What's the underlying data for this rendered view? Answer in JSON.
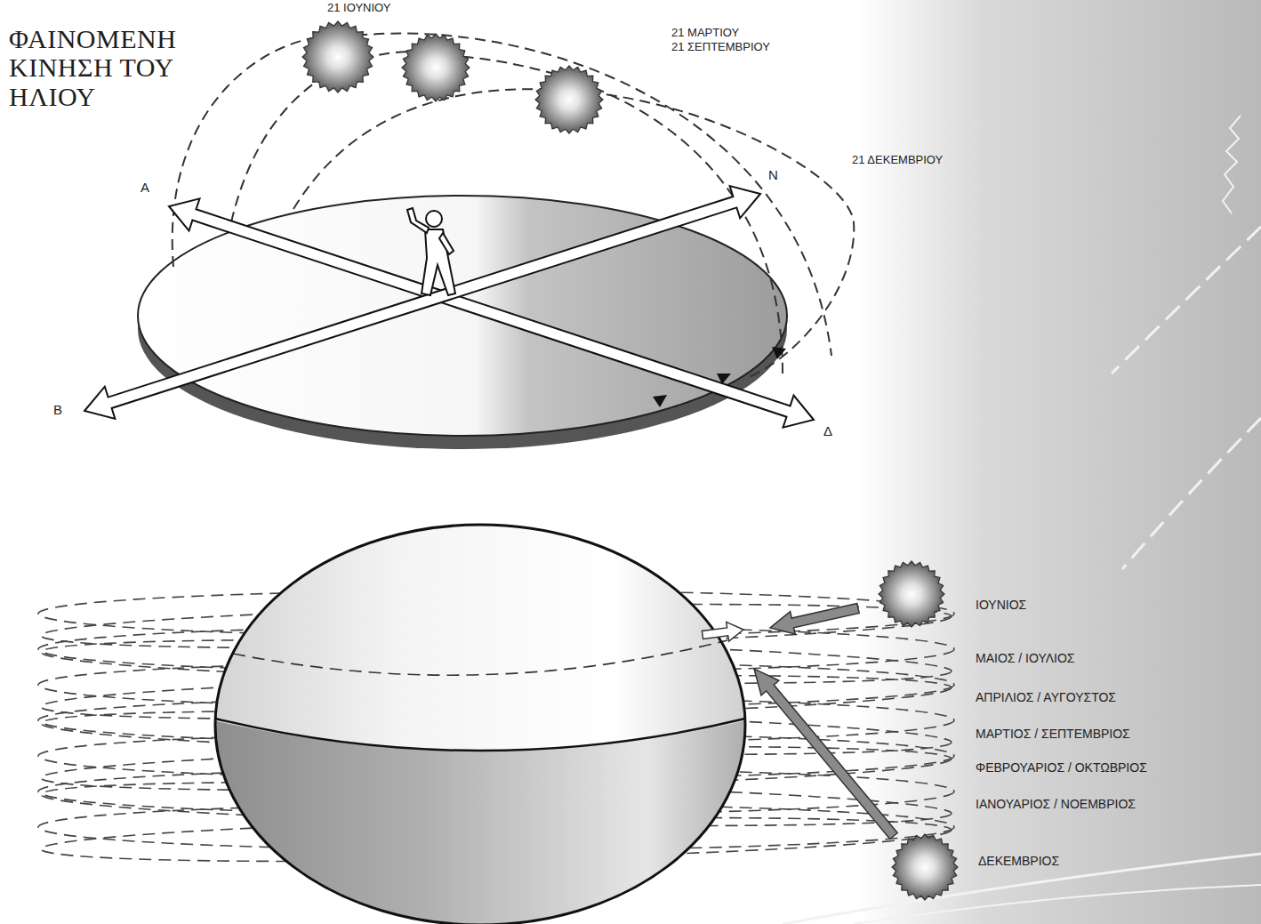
{
  "diagram": {
    "title": "ΦΑΙΝΟΜΕΝΗ ΚΙΝΗΣΗ ΤΟΥ ΗΛΙΟΥ",
    "labels": [
      "21 ΙΟΥΝΙΟΥ",
      "21 ΜΑΡΤΙΟΥ",
      "21 ΣΕΠΤΕΜΒΡΙΟΥ",
      "21 ΔΕΚΕΜΒΡΙΟΥ",
      "Α",
      "Ν",
      "Β",
      "Δ",
      "ΙΟΥΝΙΟΣ",
      "ΜΑΙΟΣ / ΙΟΥΛΙΟΣ",
      "ΑΠΡΙΛΙΟΣ / ΑΥΓΟΥΣΤΟΣ",
      "ΜΑΡΤΙΟΣ / ΣΕΠΤΕΜΒΡΙΟΣ",
      "ΦΕΒΡΟΥΑΡΙΟΣ / ΟΚΤΩΒΡΙΟΣ",
      "ΙΑΝΟΥΑΡΙΟΣ / ΝΟΕΜΒΡΙΟΣ",
      "ΔΕΚΕΜΒΡΙΟΣ"
    ]
  }
}
